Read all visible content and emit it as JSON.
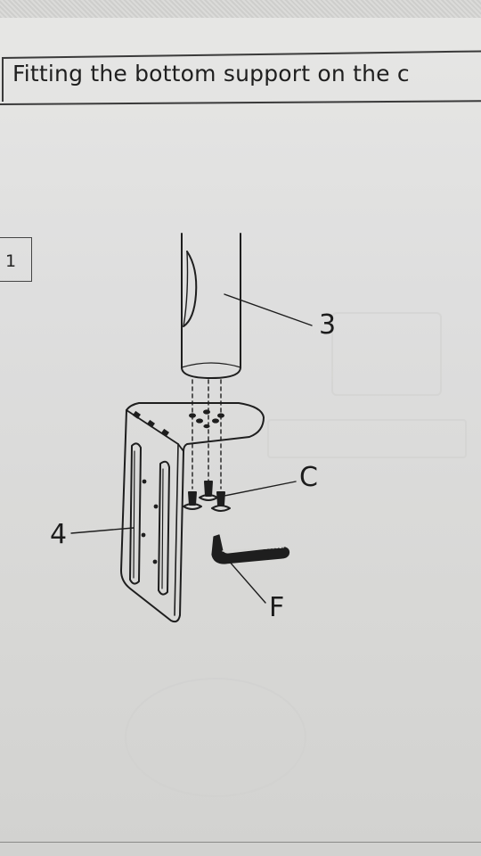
{
  "page": {
    "title": "Fitting the bottom support on the c",
    "step_number": "1"
  },
  "callouts": {
    "tube": "3",
    "screws": "C",
    "bracket": "4",
    "hex_key": "F"
  }
}
